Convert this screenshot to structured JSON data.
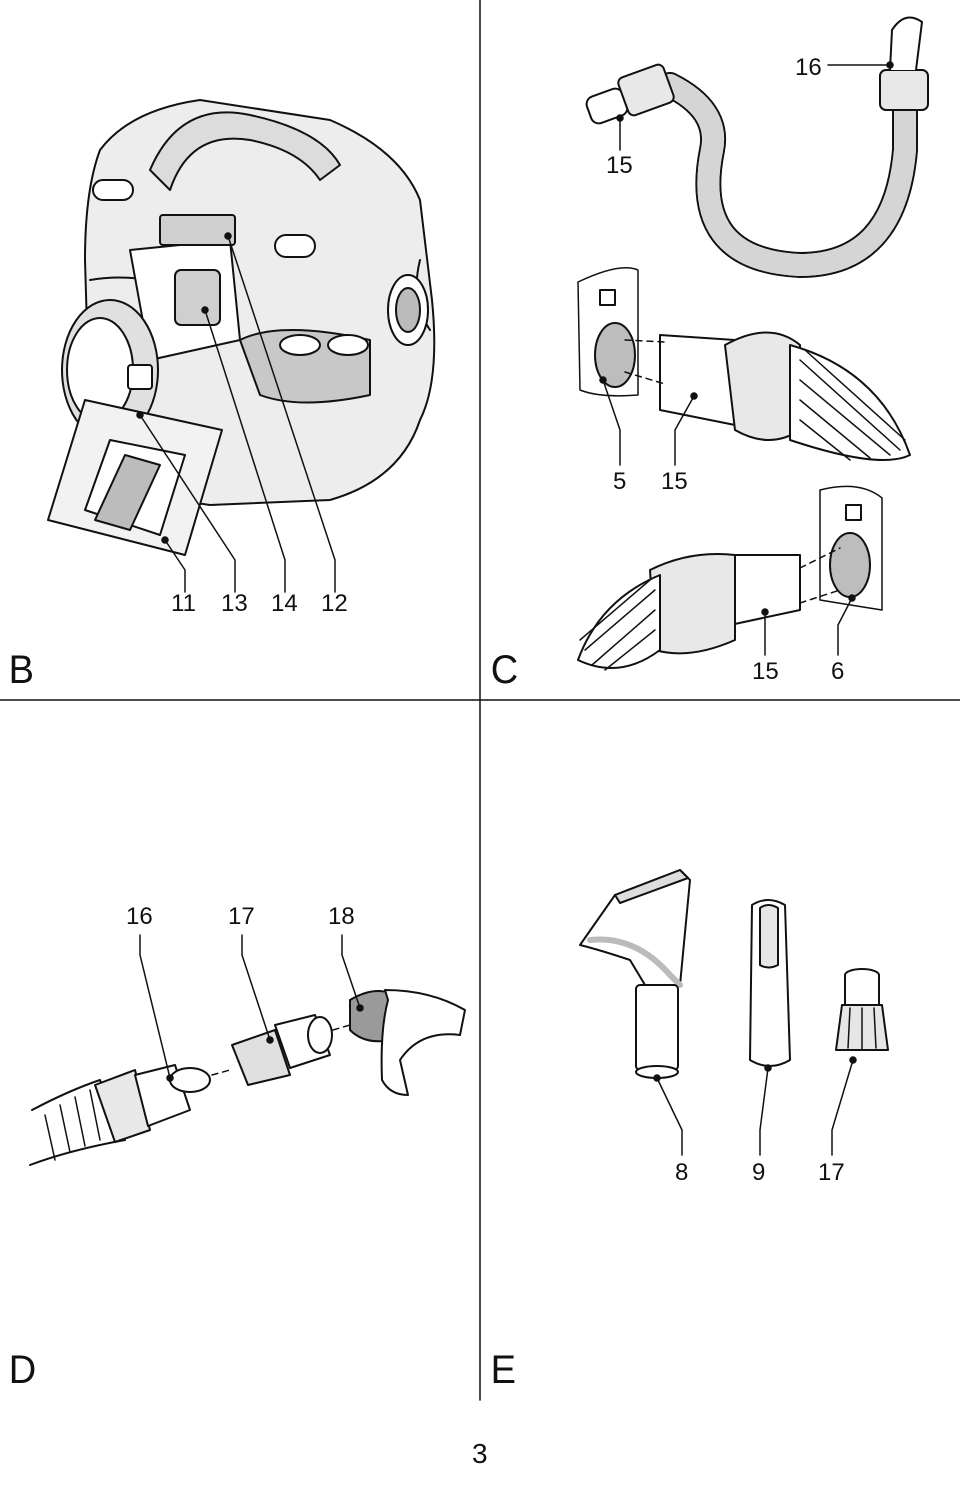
{
  "panels": {
    "B": {
      "letter": "B",
      "callouts": [
        "11",
        "13",
        "14",
        "12"
      ]
    },
    "C": {
      "letter": "C",
      "callouts": [
        "16",
        "15",
        "5",
        "15",
        "15",
        "6"
      ]
    },
    "D": {
      "letter": "D",
      "callouts": [
        "16",
        "17",
        "18"
      ]
    },
    "E": {
      "letter": "E",
      "callouts": [
        "8",
        "9",
        "17"
      ]
    }
  },
  "page_number": "3"
}
